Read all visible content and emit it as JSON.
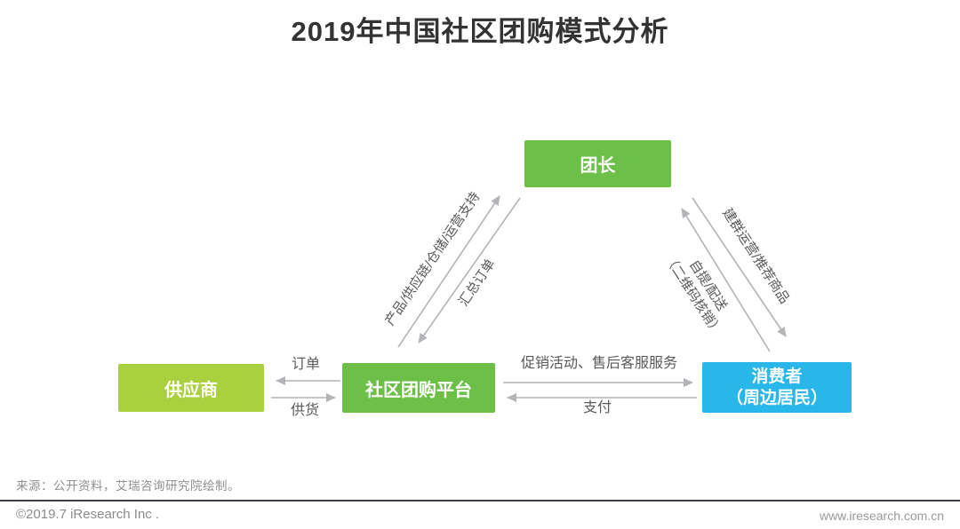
{
  "title": "2019年中国社区团购模式分析",
  "diagram": {
    "nodes": {
      "leader": {
        "label": "团长",
        "color": "#6cbf47"
      },
      "supplier": {
        "label": "供应商",
        "color": "#a8d03f"
      },
      "platform": {
        "label": "社区团购平台",
        "color": "#6cbf47"
      },
      "consumer": {
        "label_line1": "消费者",
        "label_line2": "（周边居民）",
        "color": "#29b6e8"
      }
    },
    "edges": {
      "support": {
        "label": "产品/供应链/仓储/运营支持",
        "from": "社区团购平台",
        "to": "团长"
      },
      "aggregate": {
        "label": "汇总订单",
        "from": "团长",
        "to": "社区团购平台"
      },
      "group_ops": {
        "label": "建群运营/推荐商品",
        "from": "团长",
        "to": "消费者（周边居民）"
      },
      "pickup": {
        "label_line1": "自提/配送",
        "label_line2": "（二维码核销）",
        "from": "消费者（周边居民）",
        "to": "团长"
      },
      "order": {
        "label": "订单",
        "from": "社区团购平台",
        "to": "供应商"
      },
      "supply": {
        "label": "供货",
        "from": "供应商",
        "to": "社区团购平台"
      },
      "promo": {
        "label": "促销活动、售后客服服务",
        "from": "社区团购平台",
        "to": "消费者（周边居民）"
      },
      "pay": {
        "label": "支付",
        "from": "消费者（周边居民）",
        "to": "社区团购平台"
      }
    }
  },
  "source_note": "来源：公开资料，艾瑞咨询研究院绘制。",
  "footer": {
    "copyright": "©2019.7 iResearch Inc .",
    "website": "www.iresearch.com.cn"
  },
  "colors": {
    "title_text": "#333333",
    "node_green": "#6cbf47",
    "node_yellow_green": "#a8d03f",
    "node_blue": "#29b6e8",
    "arrow_gray": "#b4b4b8",
    "label_text": "#5a5a5a",
    "footer_line": "#3f3f4b",
    "footer_text": "#8b8b8b"
  }
}
